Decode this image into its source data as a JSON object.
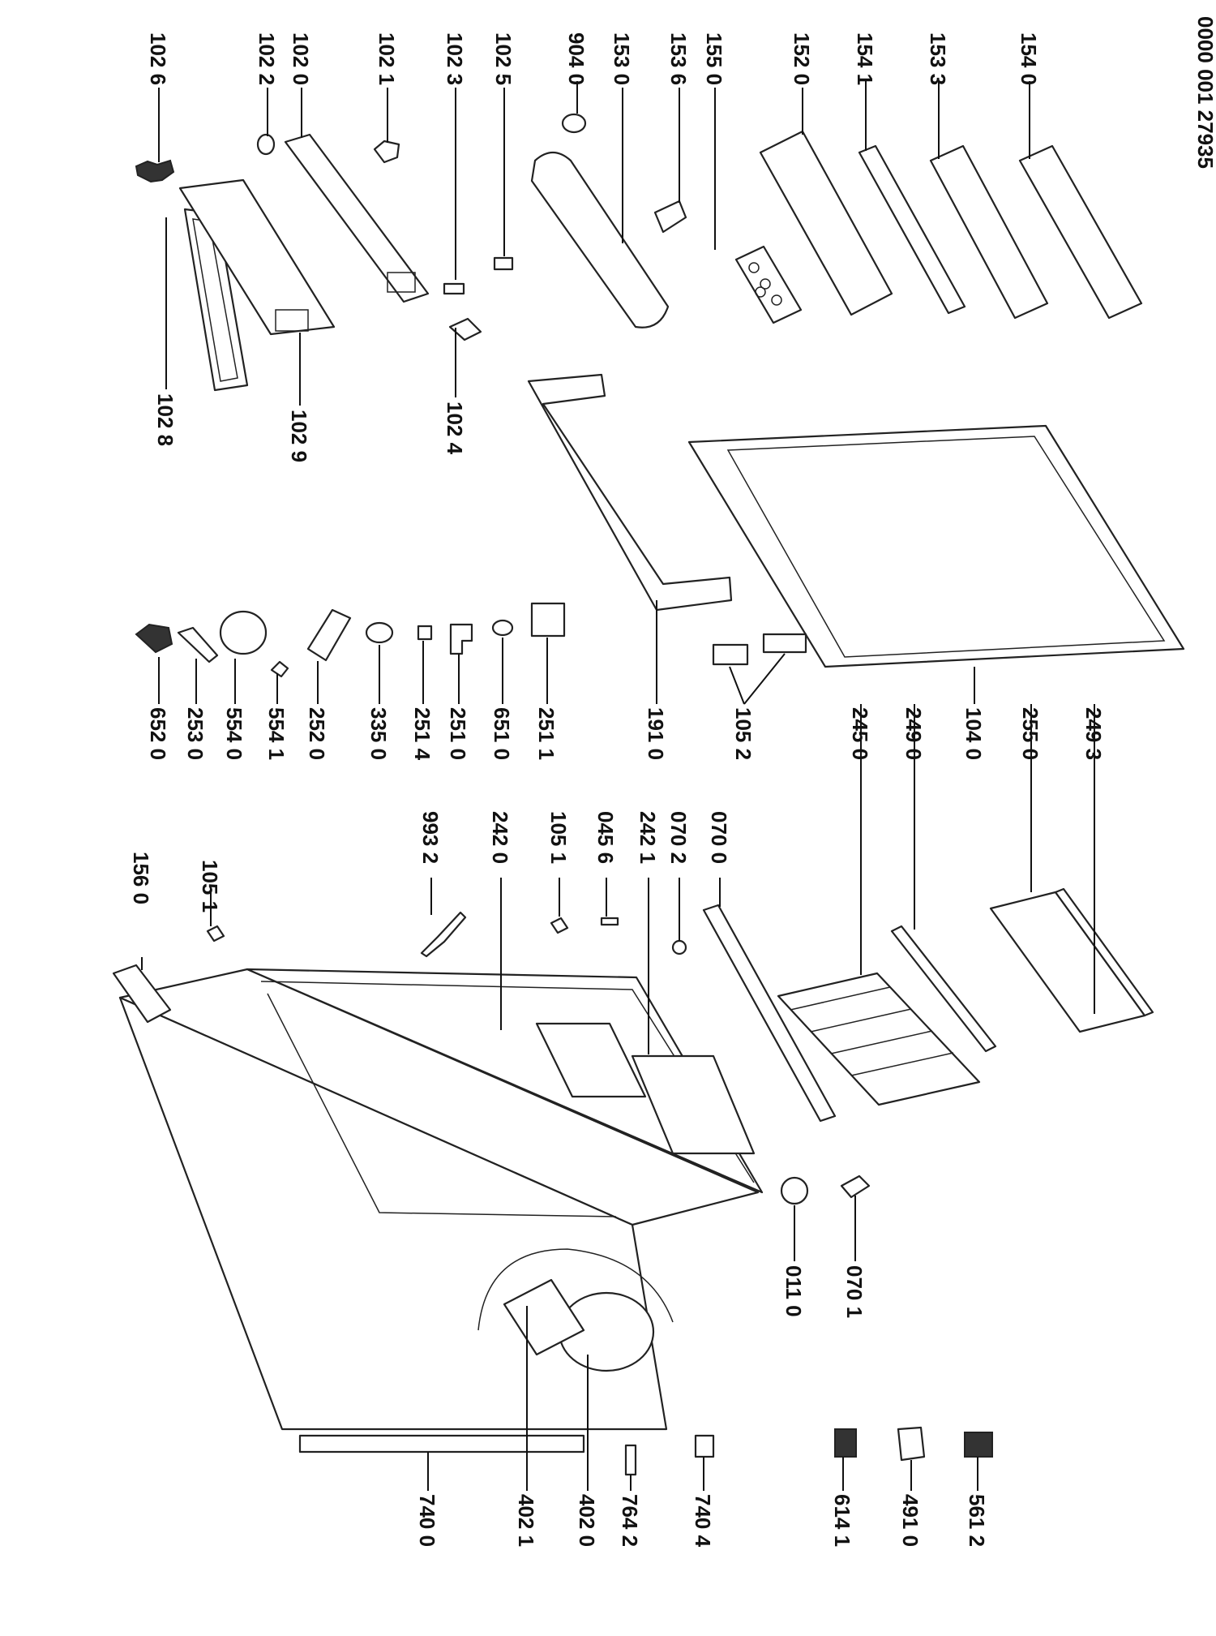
{
  "document": {
    "number": "0000 001 27935"
  },
  "labels": [
    "102 6",
    "102 2",
    "102 0",
    "102 1",
    "102 3",
    "102 5",
    "904 0",
    "153 0",
    "153 6",
    "155 0",
    "152 0",
    "154 1",
    "153 3",
    "154 0",
    "102 8",
    "102 9",
    "102 4",
    "156 0",
    "105 1",
    "993 2",
    "242 0",
    "105 1",
    "045 6",
    "242 1",
    "070 2",
    "070 0",
    "652 0",
    "253 0",
    "554 0",
    "554 1",
    "252 0",
    "335 0",
    "251 4",
    "251 0",
    "651 0",
    "251 1",
    "191 0",
    "105 2",
    "245 0",
    "249 0",
    "104 0",
    "255 0",
    "249 3",
    "011 0",
    "070 1",
    "740 0",
    "402 1",
    "402 0",
    "764 2",
    "740 4",
    "614 1",
    "491 0",
    "561 2"
  ]
}
